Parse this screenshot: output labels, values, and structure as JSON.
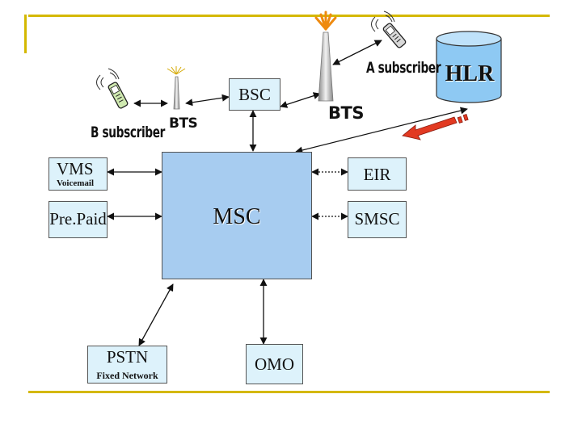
{
  "nodes": {
    "bsc": "BSC",
    "hlr": "HLR",
    "vms": "VMS",
    "vms_sub": "Voicemail",
    "prepaid": "Pre.Paid",
    "msc": "MSC",
    "eir": "EIR",
    "smsc": "SMSC",
    "pstn": "PSTN",
    "pstn_sub": "Fixed Network",
    "omo": "OMO"
  },
  "labels": {
    "b_subscriber": "B subscriber",
    "a_subscriber": "A subscriber",
    "bts_left": "BTS",
    "bts_right": "BTS"
  },
  "colors": {
    "accent_rule": "#d4b800",
    "box_fill": "#ddf2fb",
    "msc_fill": "#a7ccf0",
    "hlr_fill": "#8ec9f3",
    "red_arrow": "#e23a22"
  },
  "icons": [
    "mobile-phone-icon",
    "antenna-tower-icon",
    "database-cylinder-icon"
  ]
}
